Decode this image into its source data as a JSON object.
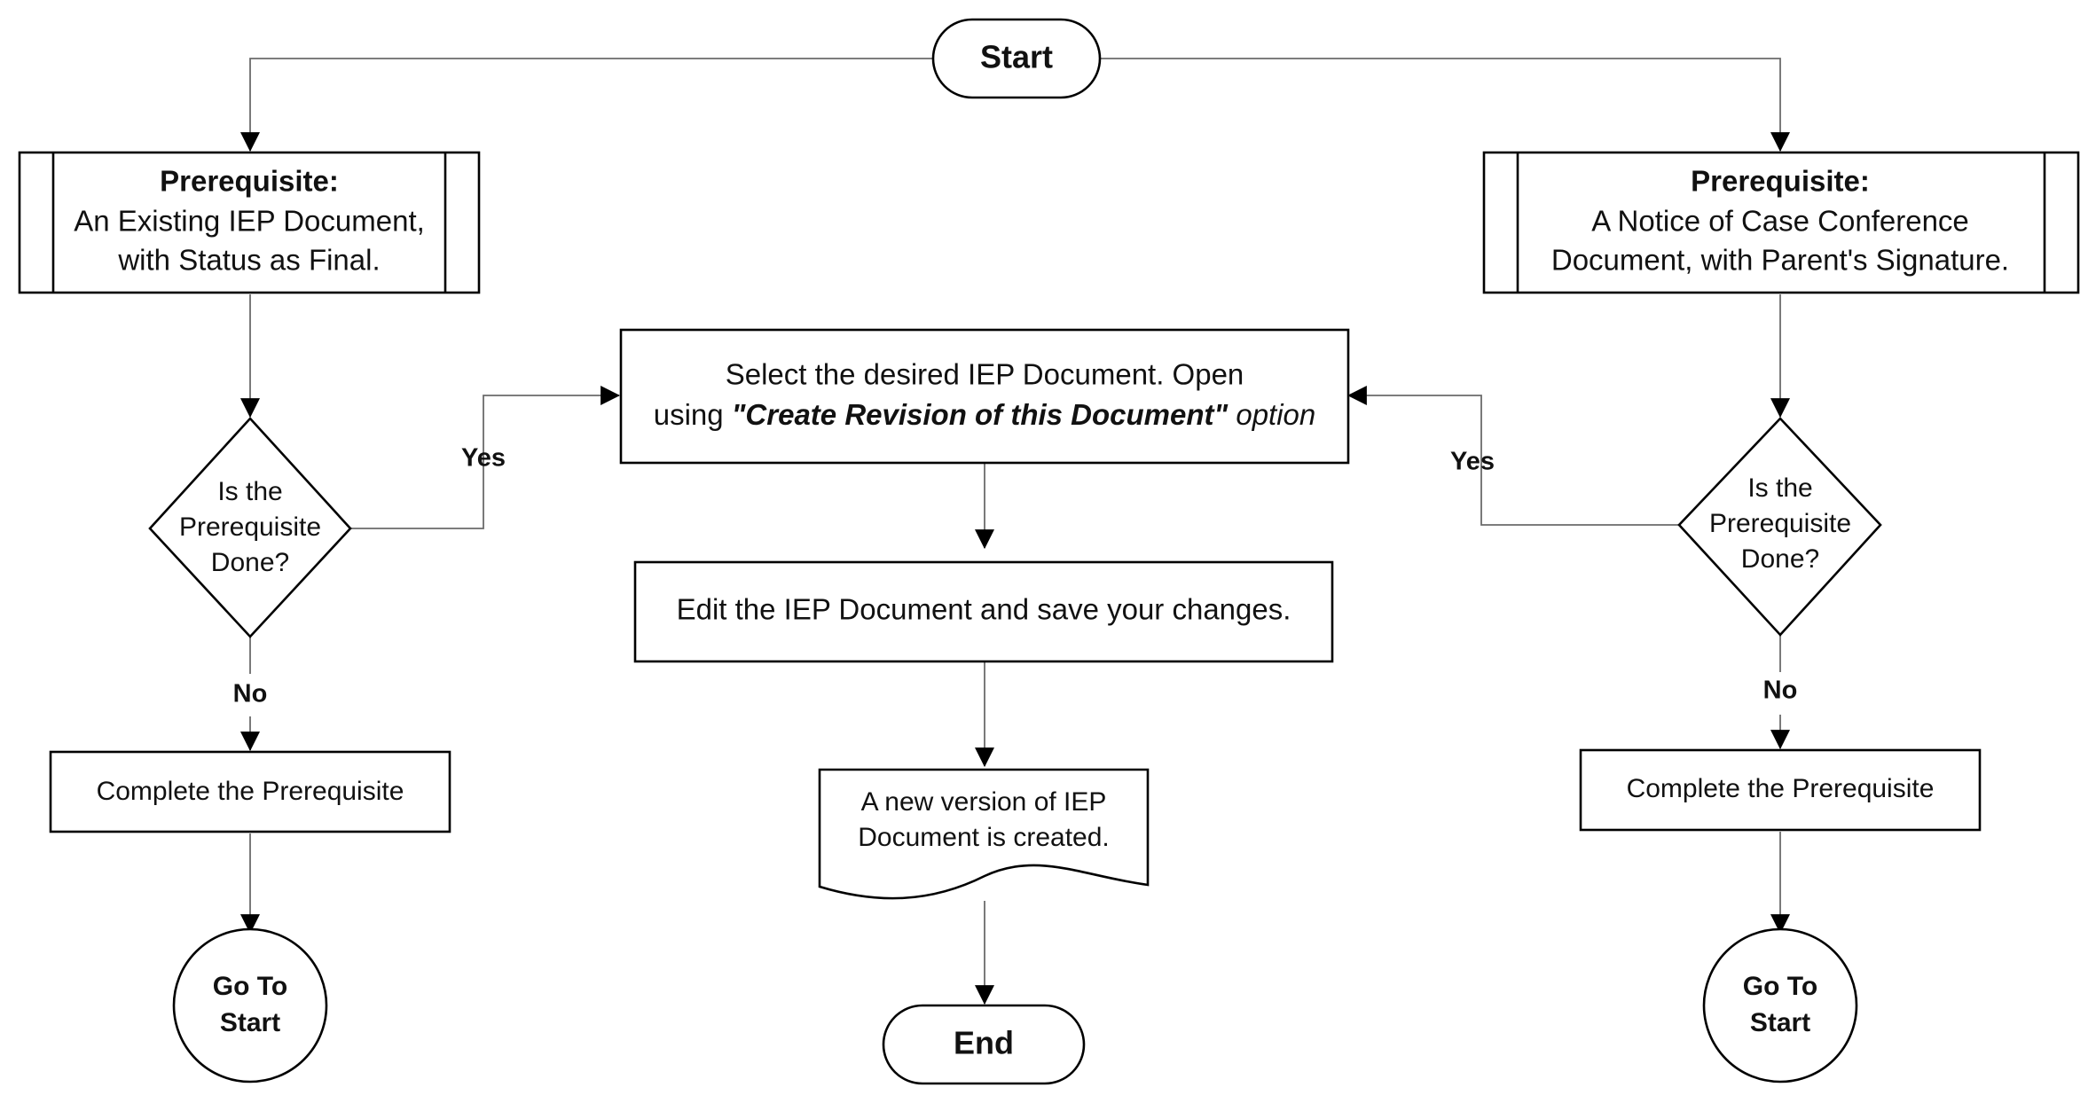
{
  "start": {
    "label": "Start"
  },
  "end": {
    "label": "End"
  },
  "left_branch": {
    "prereq_title": "Prerequisite:",
    "prereq_line1": "An Existing IEP Document,",
    "prereq_line2": "with Status as Final.",
    "decision_line1": "Is the",
    "decision_line2": "Prerequisite",
    "decision_line3": "Done?",
    "yes_label": "Yes",
    "no_label": "No",
    "complete_label": "Complete the Prerequisite",
    "goto_line1": "Go To",
    "goto_line2": "Start"
  },
  "right_branch": {
    "prereq_title": "Prerequisite:",
    "prereq_line1": "A Notice of Case Conference",
    "prereq_line2": "Document, with Parent's Signature.",
    "decision_line1": "Is the",
    "decision_line2": "Prerequisite",
    "decision_line3": "Done?",
    "yes_label": "Yes",
    "no_label": "No",
    "complete_label": "Complete the Prerequisite",
    "goto_line1": "Go To",
    "goto_line2": "Start"
  },
  "center": {
    "select_line1": "Select the desired IEP Document. Open",
    "select_line2_prefix": "using ",
    "select_line2_emphasis": "\"Create Revision of this Document\"",
    "select_line2_suffix": " option",
    "edit_label": "Edit the IEP Document and save your changes.",
    "output_line1": "A new version of IEP",
    "output_line2": "Document is created."
  }
}
